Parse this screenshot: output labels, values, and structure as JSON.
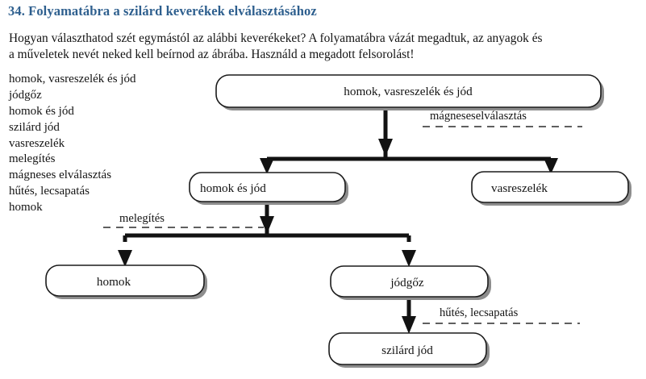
{
  "exercise": {
    "number": "34.",
    "title": "34. Folyamatábra a szilárd keverékek elválasztásához",
    "title_color": "#2e5f8e"
  },
  "instructions": {
    "line1": "Hogyan választhatod szét egymástól az alábbi keverékeket? A folyamatábra vázát megadtuk, az anyagok és",
    "line2": "a műveletek nevét neked kell beírnod az ábrába. Használd a megadott felsorolást!"
  },
  "word_bank": {
    "items": [
      "homok, vasreszelék és jód",
      "jódgőz",
      "homok és jód",
      "szilárd jód",
      "vasreszelék",
      "melegítés",
      "mágneses elválasztás",
      "hűtés, lecsapatás",
      "homok"
    ]
  },
  "flowchart": {
    "type": "process-flow-diagram",
    "nodes": [
      {
        "id": "mixture",
        "label": "homok, vasreszelék és jód",
        "level": 0
      },
      {
        "id": "sand-iodine",
        "label": "homok és jód",
        "level": 1
      },
      {
        "id": "iron-filings",
        "label": "vasreszelék",
        "level": 1
      },
      {
        "id": "sand",
        "label": "homok",
        "level": 2
      },
      {
        "id": "iodine-vapour",
        "label": "jódgőz",
        "level": 2
      },
      {
        "id": "solid-iodine",
        "label": "szilárd jód",
        "level": 3
      }
    ],
    "operations": [
      {
        "id": "op-magnetic",
        "label": "mágneseselválasztás",
        "from": "mixture"
      },
      {
        "id": "op-heating",
        "label": "melegítés",
        "from": "sand-iodine"
      },
      {
        "id": "op-cooling",
        "label": "hűtés, lecsapatás",
        "from": "iodine-vapour"
      }
    ],
    "edges": [
      {
        "from": "mixture",
        "to": "sand-iodine"
      },
      {
        "from": "mixture",
        "to": "iron-filings"
      },
      {
        "from": "sand-iodine",
        "to": "sand"
      },
      {
        "from": "sand-iodine",
        "to": "iodine-vapour"
      },
      {
        "from": "iodine-vapour",
        "to": "solid-iodine"
      }
    ]
  }
}
